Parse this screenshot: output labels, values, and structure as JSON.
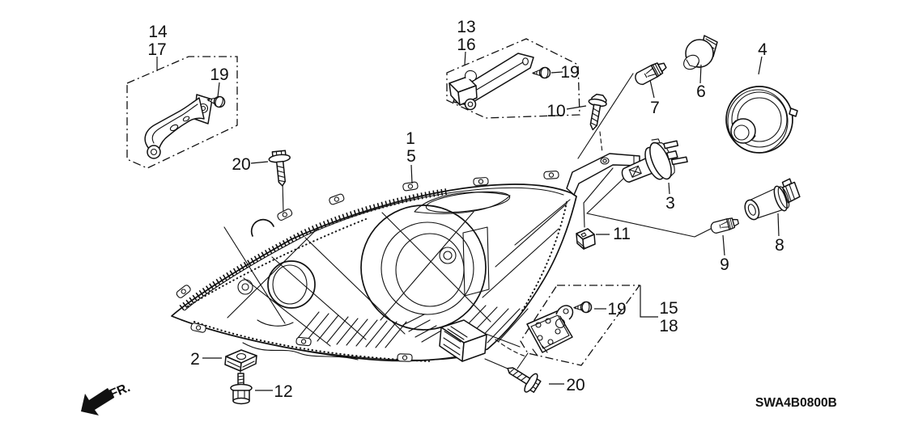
{
  "diagram": {
    "part_code": "SWA4B0800B",
    "front_marker": "FR.",
    "ink_color": "#111111",
    "background_color": "#ffffff"
  },
  "callouts": [
    {
      "ref": "bracket-upper",
      "text": "14"
    },
    {
      "ref": "bracket-upper-alt",
      "text": "17"
    },
    {
      "ref": "screw-upper-left",
      "text": "19"
    },
    {
      "ref": "bracket-top-mid",
      "text": "13"
    },
    {
      "ref": "bracket-top-mid-alt",
      "text": "16"
    },
    {
      "ref": "screw-top-mid",
      "text": "19"
    },
    {
      "ref": "tapping-screw",
      "text": "10"
    },
    {
      "ref": "wedge-bulb-front",
      "text": "7"
    },
    {
      "ref": "socket-front",
      "text": "6"
    },
    {
      "ref": "rubber-cover",
      "text": "4"
    },
    {
      "ref": "headlight-unit",
      "text": "1"
    },
    {
      "ref": "headlight-unit-alt",
      "text": "5"
    },
    {
      "ref": "bolt-upper",
      "text": "20"
    },
    {
      "ref": "headlight-bulb",
      "text": "3"
    },
    {
      "ref": "clip",
      "text": "11"
    },
    {
      "ref": "wedge-bulb-side",
      "text": "9"
    },
    {
      "ref": "socket-side",
      "text": "8"
    },
    {
      "ref": "clip-nut",
      "text": "2"
    },
    {
      "ref": "flange-bolt",
      "text": "12"
    },
    {
      "ref": "screw-lower",
      "text": "19"
    },
    {
      "ref": "bracket-lower",
      "text": "15"
    },
    {
      "ref": "bracket-lower-alt",
      "text": "18"
    },
    {
      "ref": "bolt-lower",
      "text": "20"
    }
  ]
}
